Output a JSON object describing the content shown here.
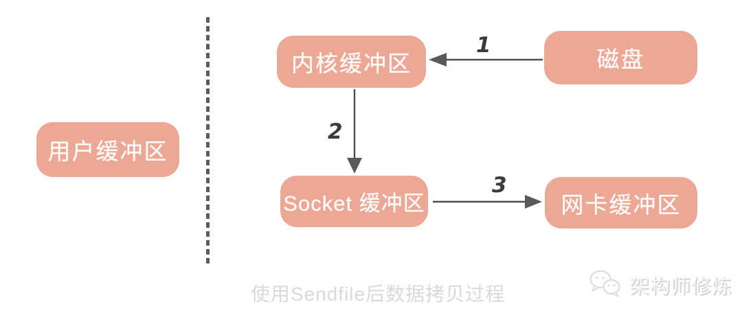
{
  "diagram": {
    "nodes": [
      {
        "id": "user-buffer",
        "label": "用户缓冲区"
      },
      {
        "id": "kernel-buffer",
        "label": "内核缓冲区"
      },
      {
        "id": "disk",
        "label": "磁盘"
      },
      {
        "id": "socket-buffer",
        "label": "Socket 缓冲区"
      },
      {
        "id": "nic-buffer",
        "label": "网卡缓冲区"
      }
    ],
    "edges": [
      {
        "from": "disk",
        "to": "kernel-buffer",
        "label": "1",
        "direction": "left"
      },
      {
        "from": "kernel-buffer",
        "to": "socket-buffer",
        "label": "2",
        "direction": "down"
      },
      {
        "from": "socket-buffer",
        "to": "nic-buffer",
        "label": "3",
        "direction": "right"
      }
    ],
    "caption": "使用Sendfile后数据拷贝过程"
  },
  "watermark": {
    "icon": "wechat-icon",
    "text": "架构师修炼"
  },
  "colors": {
    "node_fill": "#eda795",
    "node_text": "#ffffff",
    "arrow": "#4e4e4e",
    "divider": "#5c5c5c",
    "caption": "#d9d9d9",
    "background": "#ffffff"
  }
}
